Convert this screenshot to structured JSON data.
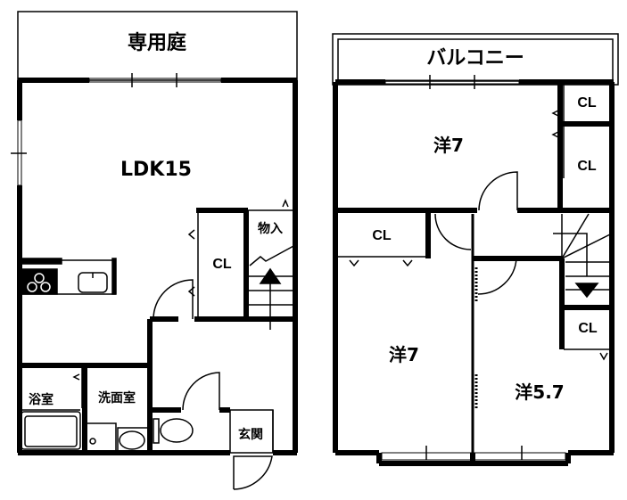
{
  "floor1": {
    "garden": "専用庭",
    "ldk": "LDK15",
    "closet": "CL",
    "storage": "物入",
    "bath": "浴室",
    "washroom": "洗面室",
    "entrance": "玄関"
  },
  "floor2": {
    "balcony": "バルコニー",
    "room_north": "洋7",
    "room_west": "洋7",
    "room_east": "洋5.7",
    "closets": [
      "CL",
      "CL",
      "CL",
      "CL"
    ]
  },
  "colors": {
    "wall": "#000000",
    "background": "#ffffff"
  }
}
